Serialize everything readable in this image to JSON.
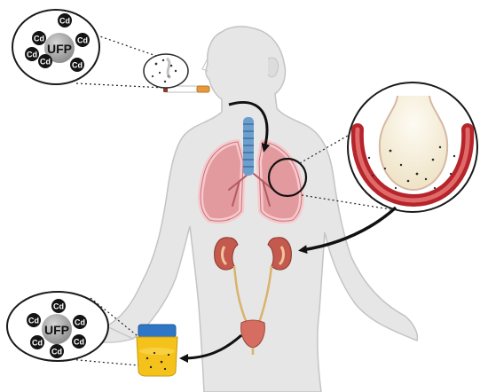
{
  "top_inset": {
    "core_label": "UFP",
    "particle_labels": [
      "Cd",
      "Cd",
      "Cd",
      "Cd",
      "Cd",
      "Cd"
    ]
  },
  "bottom_inset": {
    "core_label": "UFP",
    "particle_labels": [
      "Cd",
      "Cd",
      "Cd",
      "Cd",
      "Cd",
      "Cd"
    ]
  },
  "parts": [
    "body-silhouette-icon",
    "cigarette-icon",
    "smoke-cloud-icon",
    "trachea-icon",
    "lungs-icon",
    "alveolus-icon",
    "kidneys-icon",
    "ureters-icon",
    "bladder-icon",
    "urine-cup-icon"
  ],
  "colors": {
    "body": "#e6e6e6",
    "body_outline": "#c4c4c4",
    "lung": "#e39a9f",
    "lung_glow": "#f6c9cc",
    "trachea": "#6d9fce",
    "kidney": "#c45a4e",
    "ureter": "#d9b36b",
    "bladder": "#d66d61",
    "alveolus_wall": "#b5252b",
    "alveolus_inner": "#f3ecdc",
    "urine": "#f5c21b",
    "cup_lid": "#2f76c4",
    "ufp_core": "#a6a6a6",
    "cd_particle": "#141414",
    "arrow": "#111111"
  }
}
